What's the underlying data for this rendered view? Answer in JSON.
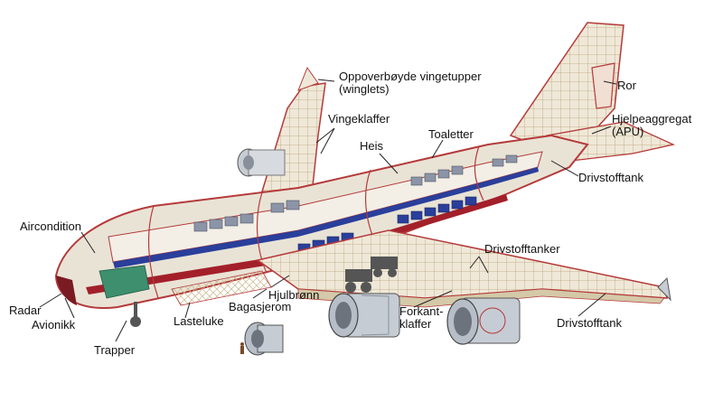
{
  "labels": {
    "winglets": "Oppoverbøyde vingetupper\n(winglets)",
    "rudder": "Ror",
    "apu": "Hjelpeaggregat\n(APU)",
    "flaps": "Vingeklaffer",
    "elevator": "Heis",
    "toilets": "Toaletter",
    "fuel_tank_tail": "Drivstofftank",
    "aircon": "Aircondition",
    "fuel_tanks_wing": "Drivstofftanker",
    "radar": "Radar",
    "avionics": "Avionikk",
    "stairs": "Trapper",
    "cargo_door": "Lasteluke",
    "baggage_hold": "Bagasjerom",
    "wheel_well": "Hjulbrønn",
    "slats": "Forkant-\nklaffer",
    "fuel_tank_wing": "Drivstofftank"
  },
  "colors": {
    "frame": "#b53a3a",
    "cabin_blue": "#2a3f9b",
    "floor_red": "#a3202a",
    "fuselage": "#e9e3d6",
    "structure": "#c9b58a",
    "engine": "#c6ccd4",
    "cockpit_green": "#3e8f6e"
  }
}
